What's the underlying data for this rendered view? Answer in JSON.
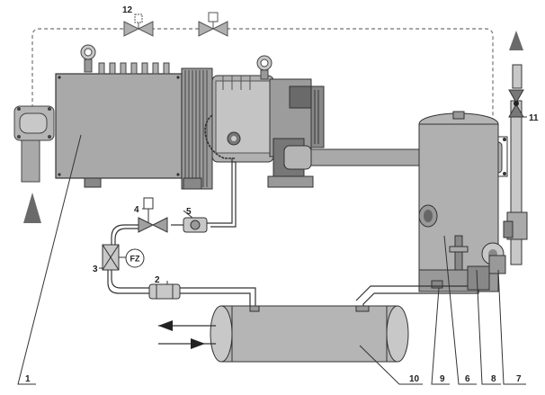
{
  "callouts": {
    "c1": "1",
    "c2": "2",
    "c3": "3",
    "c4": "4",
    "c5": "5",
    "c6": "6",
    "c7": "7",
    "c8": "8",
    "c9": "9",
    "c10": "10",
    "c11": "11",
    "c12": "12"
  },
  "symbols": {
    "pressure_switch_label": "FZ"
  },
  "colors": {
    "component_gray": "#a9a9a9",
    "light_gray": "#c8c8c8",
    "dark_gray": "#5a5a5a",
    "line": "#333333",
    "dashed_line": "#888888"
  }
}
